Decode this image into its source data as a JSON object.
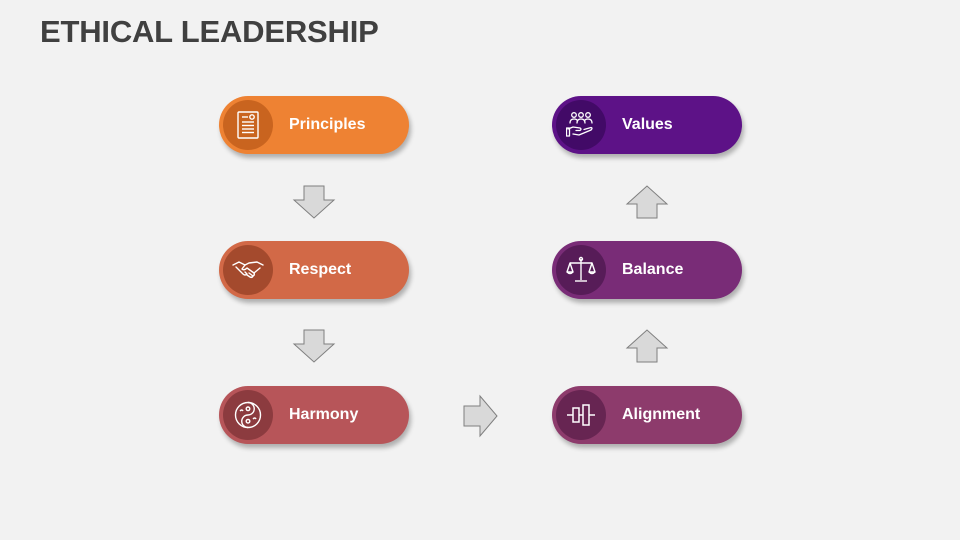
{
  "title": "ETHICAL LEADERSHIP",
  "nodes": [
    {
      "label": "Principles",
      "icon": "document-icon",
      "color": "#ee8233",
      "circle": "#c9641f"
    },
    {
      "label": "Respect",
      "icon": "handshake-icon",
      "color": "#d26947",
      "circle": "#a44a2d"
    },
    {
      "label": "Harmony",
      "icon": "yin-yang-icon",
      "color": "#b75559",
      "circle": "#8c3b3f"
    },
    {
      "label": "Alignment",
      "icon": "alignment-icon",
      "color": "#8d3b6c",
      "circle": "#672552"
    },
    {
      "label": "Balance",
      "icon": "scale-icon",
      "color": "#792c77",
      "circle": "#571c58"
    },
    {
      "label": "Values",
      "icon": "people-hand-icon",
      "color": "#5d1287",
      "circle": "#420a67"
    }
  ],
  "arrows": [
    {
      "from": "Principles",
      "to": "Respect",
      "direction": "down"
    },
    {
      "from": "Respect",
      "to": "Harmony",
      "direction": "down"
    },
    {
      "from": "Harmony",
      "to": "Alignment",
      "direction": "right"
    },
    {
      "from": "Alignment",
      "to": "Balance",
      "direction": "up"
    },
    {
      "from": "Balance",
      "to": "Values",
      "direction": "up"
    }
  ],
  "arrow_fill": "#d9d9d9",
  "arrow_stroke": "#7f7f7f"
}
